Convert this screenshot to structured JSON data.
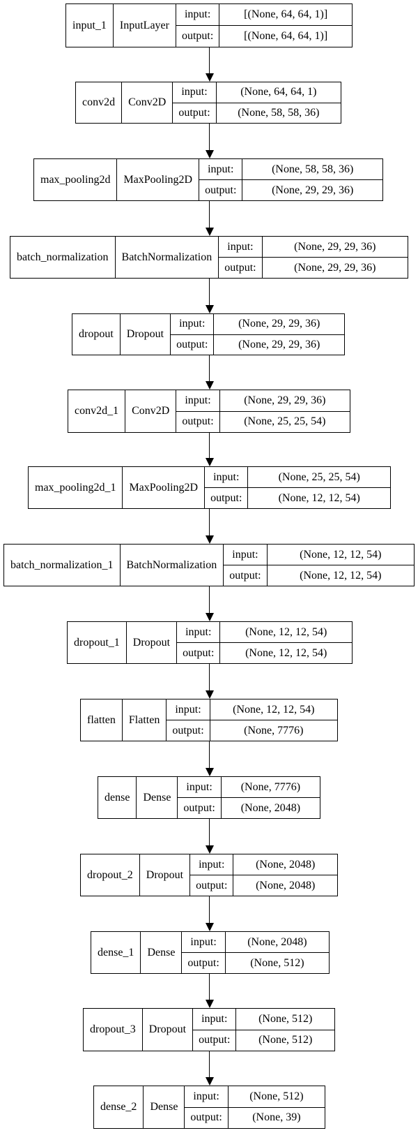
{
  "layers": [
    {
      "name": "input_1",
      "type": "InputLayer",
      "input_label": "input:",
      "input": "[(None, 64, 64, 1)]",
      "output_label": "output:",
      "output": "[(None, 64, 64, 1)]"
    },
    {
      "name": "conv2d",
      "type": "Conv2D",
      "input_label": "input:",
      "input": "(None, 64, 64, 1)",
      "output_label": "output:",
      "output": "(None, 58, 58, 36)"
    },
    {
      "name": "max_pooling2d",
      "type": "MaxPooling2D",
      "input_label": "input:",
      "input": "(None, 58, 58, 36)",
      "output_label": "output:",
      "output": "(None, 29, 29, 36)"
    },
    {
      "name": "batch_normalization",
      "type": "BatchNormalization",
      "input_label": "input:",
      "input": "(None, 29, 29, 36)",
      "output_label": "output:",
      "output": "(None, 29, 29, 36)"
    },
    {
      "name": "dropout",
      "type": "Dropout",
      "input_label": "input:",
      "input": "(None, 29, 29, 36)",
      "output_label": "output:",
      "output": "(None, 29, 29, 36)"
    },
    {
      "name": "conv2d_1",
      "type": "Conv2D",
      "input_label": "input:",
      "input": "(None, 29, 29, 36)",
      "output_label": "output:",
      "output": "(None, 25, 25, 54)"
    },
    {
      "name": "max_pooling2d_1",
      "type": "MaxPooling2D",
      "input_label": "input:",
      "input": "(None, 25, 25, 54)",
      "output_label": "output:",
      "output": "(None, 12, 12, 54)"
    },
    {
      "name": "batch_normalization_1",
      "type": "BatchNormalization",
      "input_label": "input:",
      "input": "(None, 12, 12, 54)",
      "output_label": "output:",
      "output": "(None, 12, 12, 54)"
    },
    {
      "name": "dropout_1",
      "type": "Dropout",
      "input_label": "input:",
      "input": "(None, 12, 12, 54)",
      "output_label": "output:",
      "output": "(None, 12, 12, 54)"
    },
    {
      "name": "flatten",
      "type": "Flatten",
      "input_label": "input:",
      "input": "(None, 12, 12, 54)",
      "output_label": "output:",
      "output": "(None, 7776)"
    },
    {
      "name": "dense",
      "type": "Dense",
      "input_label": "input:",
      "input": "(None, 7776)",
      "output_label": "output:",
      "output": "(None, 2048)"
    },
    {
      "name": "dropout_2",
      "type": "Dropout",
      "input_label": "input:",
      "input": "(None, 2048)",
      "output_label": "output:",
      "output": "(None, 2048)"
    },
    {
      "name": "dense_1",
      "type": "Dense",
      "input_label": "input:",
      "input": "(None, 2048)",
      "output_label": "output:",
      "output": "(None, 512)"
    },
    {
      "name": "dropout_3",
      "type": "Dropout",
      "input_label": "input:",
      "input": "(None, 512)",
      "output_label": "output:",
      "output": "(None, 512)"
    },
    {
      "name": "dense_2",
      "type": "Dense",
      "input_label": "input:",
      "input": "(None, 512)",
      "output_label": "output:",
      "output": "(None, 39)"
    }
  ]
}
